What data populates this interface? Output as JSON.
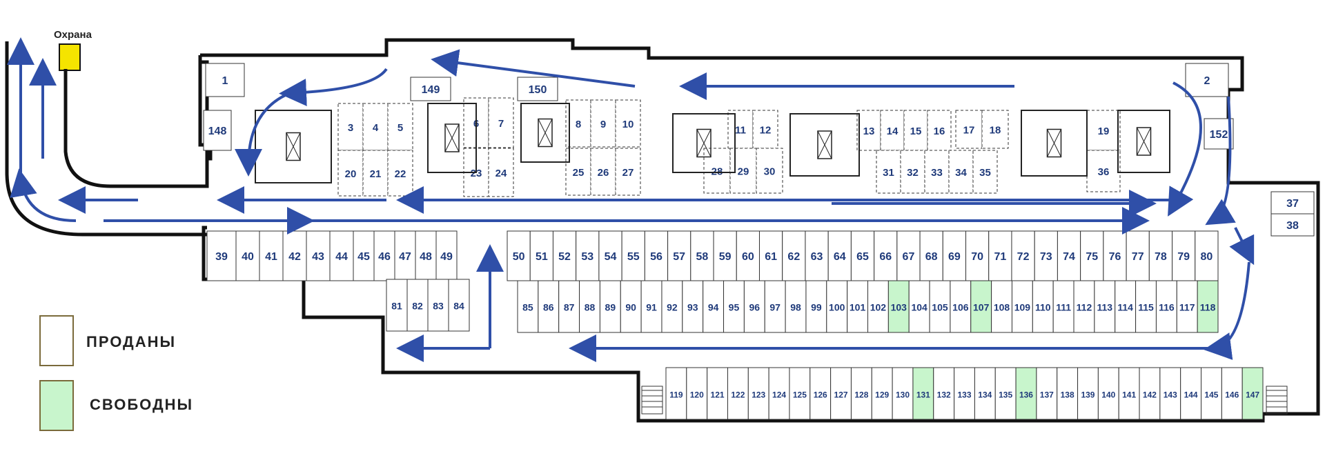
{
  "guard_label": "Охрана",
  "legend": {
    "sold": "ПРОДАНЫ",
    "free": "СВОБОДНЫ"
  },
  "colors": {
    "free": "#c8f5cc",
    "sold": "#ffffff",
    "guard": "#f5e400",
    "route": "#2f4fa8",
    "label": "#1f3a7a"
  },
  "free_spots": [
    "103",
    "107",
    "118",
    "131",
    "136",
    "147"
  ],
  "rooms": [
    "1",
    "2",
    "148",
    "149",
    "150",
    "152",
    "37",
    "38"
  ],
  "upper_dashed": [
    [
      "3",
      "4",
      "5"
    ],
    [
      "20",
      "21",
      "22"
    ],
    [
      "6",
      "7"
    ],
    [
      "23",
      "24"
    ],
    [
      "8",
      "9",
      "10"
    ],
    [
      "25",
      "26",
      "27"
    ],
    [
      "11",
      "12"
    ],
    [
      "28",
      "29",
      "30"
    ],
    [
      "13",
      "14",
      "15",
      "16"
    ],
    [
      "17",
      "18"
    ],
    [
      "31",
      "32",
      "33",
      "34",
      "35"
    ],
    [
      "19"
    ],
    [
      "36"
    ]
  ],
  "row_a": [
    "39",
    "40",
    "41",
    "42",
    "43",
    "44",
    "45",
    "46",
    "47",
    "48",
    "49"
  ],
  "row_a2": [
    "81",
    "82",
    "83",
    "84"
  ],
  "row_b": [
    "50",
    "51",
    "52",
    "53",
    "54",
    "55",
    "56",
    "57",
    "58",
    "59",
    "60",
    "61",
    "62",
    "63",
    "64",
    "65",
    "66",
    "67",
    "68",
    "69",
    "70",
    "71",
    "72",
    "73",
    "74",
    "75",
    "76",
    "77",
    "78",
    "79",
    "80"
  ],
  "row_c": [
    "85",
    "86",
    "87",
    "88",
    "89",
    "90",
    "91",
    "92",
    "93",
    "94",
    "95",
    "96",
    "97",
    "98",
    "99",
    "100",
    "101",
    "102",
    "103",
    "104",
    "105",
    "106",
    "107",
    "108",
    "109",
    "110",
    "111",
    "112",
    "113",
    "114",
    "115",
    "116",
    "117",
    "118"
  ],
  "row_d": [
    "119",
    "120",
    "121",
    "122",
    "123",
    "124",
    "125",
    "126",
    "127",
    "128",
    "129",
    "130",
    "131",
    "132",
    "133",
    "134",
    "135",
    "136",
    "137",
    "138",
    "139",
    "140",
    "141",
    "142",
    "143",
    "144",
    "145",
    "146",
    "147"
  ]
}
